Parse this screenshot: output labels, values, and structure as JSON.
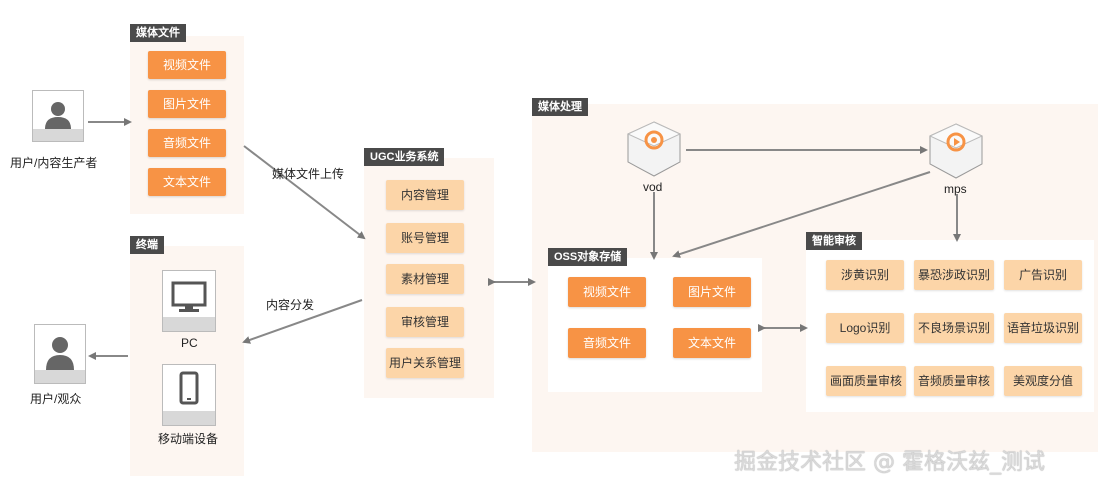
{
  "media_files": {
    "title": "媒体文件",
    "items": [
      "视频文件",
      "图片文件",
      "音频文件",
      "文本文件"
    ]
  },
  "producer": {
    "label": "用户/内容生产者"
  },
  "viewer": {
    "label": "用户/观众"
  },
  "upload_edge": {
    "label": "媒体文件上传"
  },
  "distribute_edge": {
    "label": "内容分发"
  },
  "terminal": {
    "title": "终端",
    "pc_label": "PC",
    "mobile_label": "移动端设备"
  },
  "ugc": {
    "title": "UGC业务系统",
    "items": [
      "内容管理",
      "账号管理",
      "素材管理",
      "审核管理",
      "用户关系管理"
    ]
  },
  "media_processing": {
    "title": "媒体处理",
    "vod_label": "vod",
    "mps_label": "mps"
  },
  "oss": {
    "title": "OSS对象存储",
    "items": [
      "视频文件",
      "图片文件",
      "音频文件",
      "文本文件"
    ]
  },
  "audit": {
    "title": "智能审核",
    "items": [
      "涉黄识别",
      "暴恐涉政识别",
      "广告识别",
      "Logo识别",
      "不良场景识别",
      "语音垃圾识别",
      "画面质量审核",
      "音频质量审核",
      "美观度分值"
    ]
  },
  "watermark": "掘金技术社区 @ 霍格沃兹_测试",
  "colors": {
    "accent": "#f79345",
    "accent_light": "#fcd5a8",
    "tag_bg": "#4a4a4a",
    "panel_bg": "#fdf6f1"
  }
}
